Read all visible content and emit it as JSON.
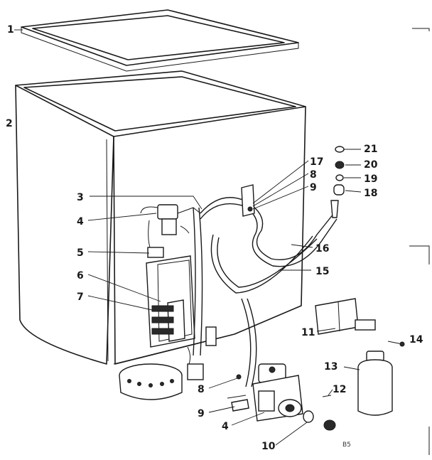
{
  "callouts": {
    "c1": "1",
    "c2": "2",
    "c3": "3",
    "c4a": "4",
    "c5": "5",
    "c6": "6",
    "c7": "7",
    "c17": "17",
    "c8a": "8",
    "c9a": "9",
    "c21": "21",
    "c20": "20",
    "c19": "19",
    "c18": "18",
    "c16": "16",
    "c15": "15",
    "c11": "11",
    "c14": "14",
    "c13": "13",
    "c12": "12",
    "c8b": "8",
    "c9b": "9",
    "c4b": "4",
    "c10": "10"
  },
  "stamp": "B5"
}
